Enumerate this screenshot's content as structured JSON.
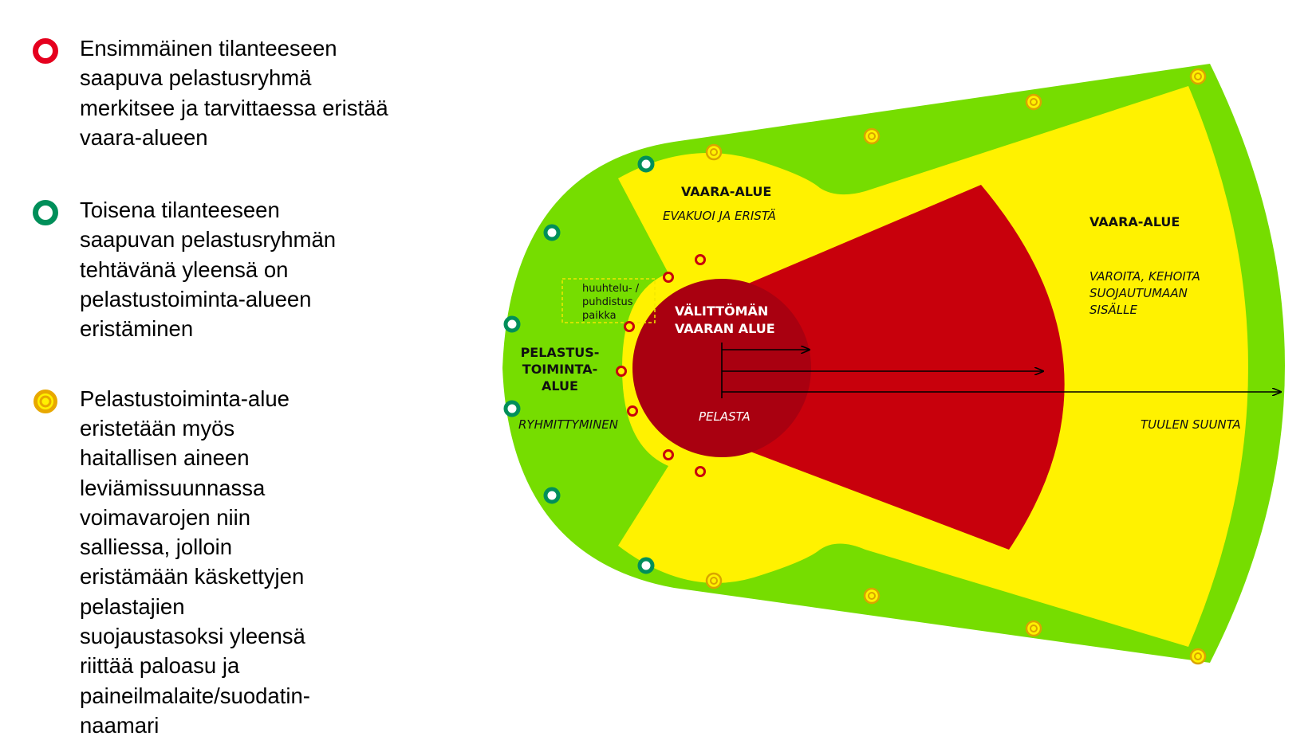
{
  "legend": [
    {
      "text": [
        "Ensimmäinen tilanteeseen",
        "saapuva pelastusryhmä",
        "merkitsee ja tarvittaessa eristää",
        "vaara-alueen"
      ],
      "marker_color": "#e5001e"
    },
    {
      "text": [
        "Toisena tilanteeseen",
        "saapuvan pelastusryhmän",
        "tehtävänä yleensä on",
        "pelastustoiminta-alueen",
        "eristäminen"
      ],
      "marker_color": "#008f5a"
    },
    {
      "text": [
        "Pelastustoiminta-alue",
        "eristetään myös",
        "haitallisen aineen",
        "leviämissuunnassa",
        "voimavarojen niin",
        "salliessa, jolloin",
        "eristämään käskettyjen",
        "pelastajien",
        "suojaustasoksi yleensä",
        "riittää paloasu ja",
        "paineilmalaite/suodatin-",
        "naamari"
      ],
      "marker_color": "#f2b705"
    }
  ],
  "diagram": {
    "colors": {
      "green": "#76dd00",
      "yellow": "#fff200",
      "red": "#c8000c",
      "dark_red": "#a90010"
    },
    "zone_left": {
      "title": "VAARA-ALUE",
      "subtitle": "EVAKUOI JA ERISTÄ"
    },
    "zone_right": {
      "title": "VAARA-ALUE",
      "subtitle": [
        "VAROITA, KEHOITA",
        "SUOJAUTUMAAN",
        "SISÄLLE"
      ]
    },
    "immediate": {
      "title": [
        "VÄLITTÖMÄN",
        "VAARAN ALUE"
      ],
      "subtitle": "PELASTA"
    },
    "operations": {
      "title": [
        "PELASTUS-",
        "TOIMINTA-",
        "ALUE"
      ],
      "subtitle": "RYHMITTYMINEN"
    },
    "decon": [
      "huuhtelu- /",
      "puhdistus",
      "paikka"
    ],
    "wind": "TUULEN SUUNTA"
  }
}
